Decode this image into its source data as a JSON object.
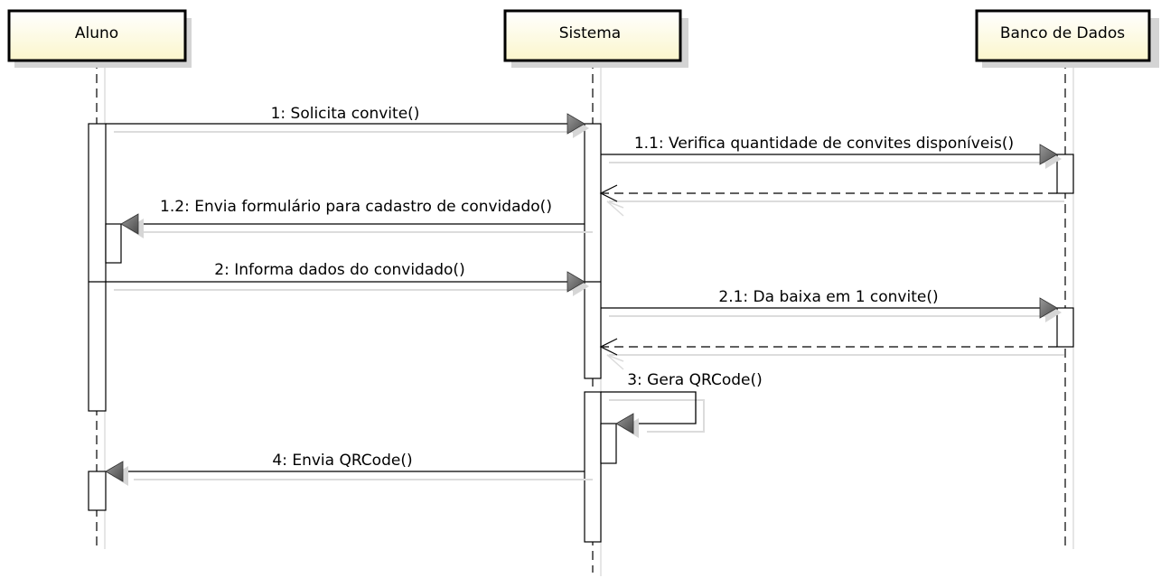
{
  "participants": {
    "aluno": "Aluno",
    "sistema": "Sistema",
    "banco": "Banco de Dados"
  },
  "messages": {
    "m1": "1: Solicita convite()",
    "m1_1": "1.1: Verifica quantidade de convites disponíveis()",
    "m1_2": "1.2: Envia formulário para cadastro de convidado()",
    "m2": "2: Informa dados do convidado()",
    "m2_1": "2.1: Da baixa em 1 convite()",
    "m3": "3: Gera QRCode()",
    "m4": "4: Envia QRCode()"
  },
  "colors": {
    "participant_fill": "#ffffdf",
    "shadow": "#d0d0d0",
    "arrowhead": "#7a7a7a"
  }
}
